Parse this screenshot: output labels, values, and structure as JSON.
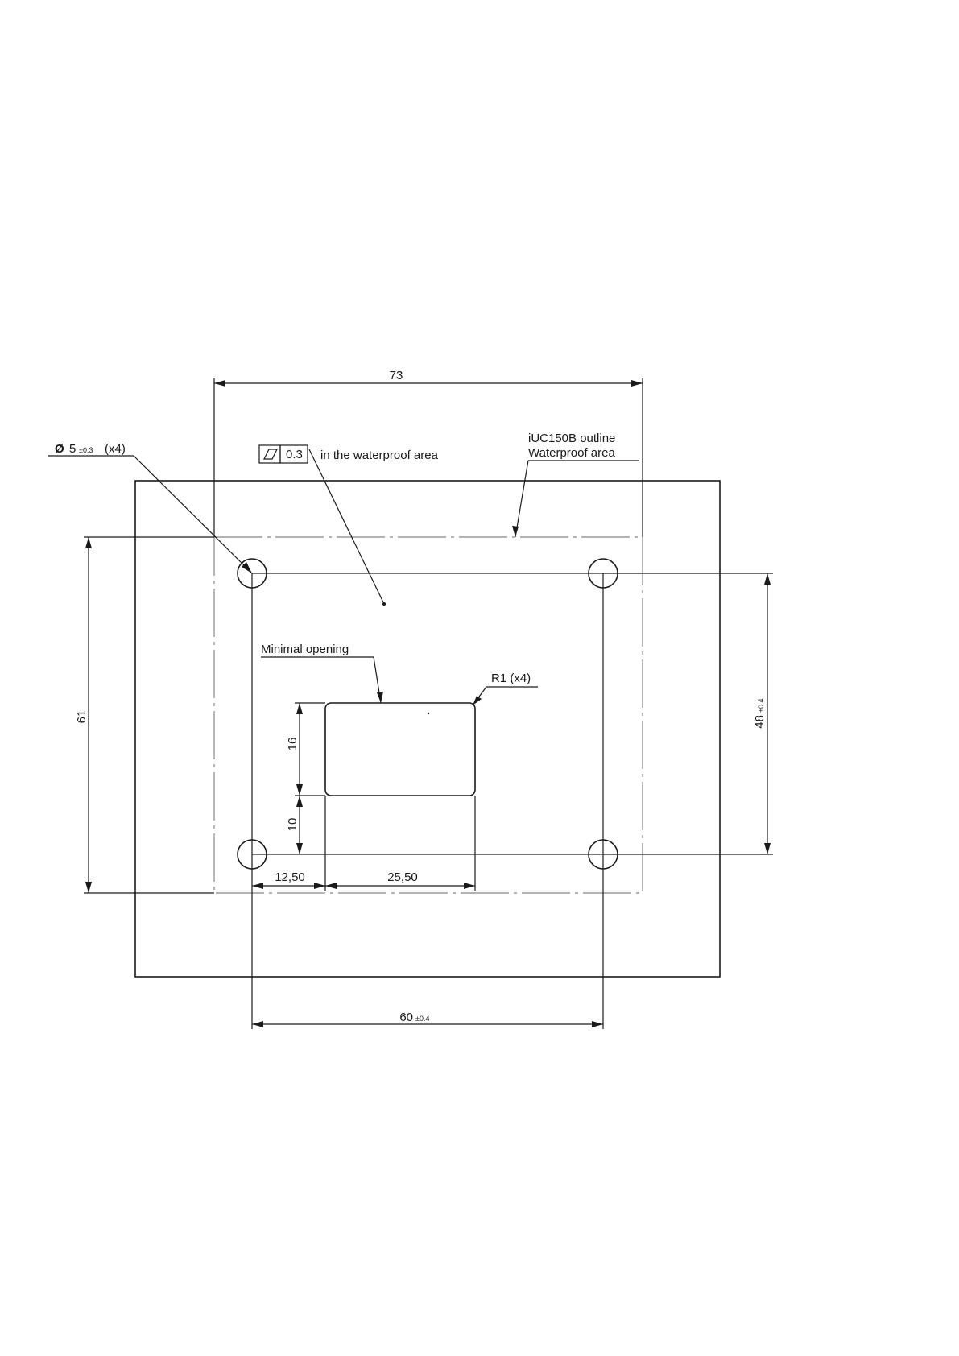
{
  "dimensions": {
    "overall_width": "73",
    "overall_height": "61",
    "hole_spacing_x": "60",
    "hole_spacing_x_tol": "±0.4",
    "hole_spacing_y": "48",
    "hole_spacing_y_tol": "±0.4",
    "opening_offset_x": "12,50",
    "opening_width": "25,50",
    "opening_height": "16",
    "opening_offset_y": "10"
  },
  "callouts": {
    "hole_diameter_symbol": "Ø",
    "hole_diameter": "5",
    "hole_diameter_tol": "±0.3",
    "hole_count": "(x4)",
    "flatness_value": "0.3",
    "flatness_note": "in the waterproof area",
    "outline_label": "iUC150B outline",
    "waterproof_label": "Waterproof area",
    "opening_label": "Minimal opening",
    "radius_label": "R1 (x4)"
  }
}
